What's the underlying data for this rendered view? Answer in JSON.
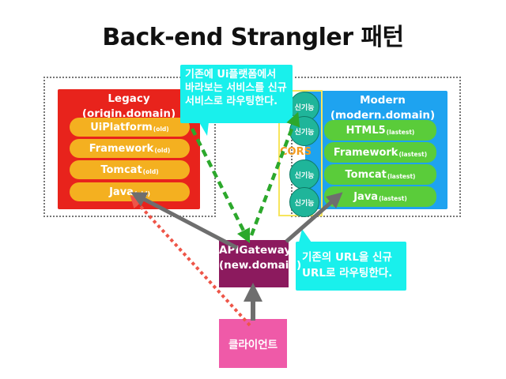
{
  "title": "Back-end Strangler 패턴",
  "legacy": {
    "title_line1": "Legacy",
    "title_line2": "(origin.domain)",
    "items": [
      {
        "label": "UiPlatform",
        "sub": "(old)"
      },
      {
        "label": "Framework",
        "sub": "(old)"
      },
      {
        "label": "Tomcat",
        "sub": "(old)"
      },
      {
        "label": "Java",
        "sub": "(old)"
      }
    ]
  },
  "modern": {
    "title_line1": "Modern",
    "title_line2": "(modern.domain)",
    "items": [
      {
        "label": "HTML5",
        "sub": "(lastest)"
      },
      {
        "label": "Framework",
        "sub": "(lastest)"
      },
      {
        "label": "Tomcat",
        "sub": "(lastest)"
      },
      {
        "label": "Java",
        "sub": "(lastest)"
      }
    ]
  },
  "new_features": [
    "신기능",
    "신기능",
    "신기능",
    "신기능"
  ],
  "cors_label": "CORS",
  "note_top": "기존에 Ui플랫폼에서 바라보는 서비스를 신규 서비스로 라우팅한다.",
  "note_bottom": "기존의 URL을 신규 URL로 라우팅한다.",
  "gateway": "APIGateway (new.domain)",
  "client": "클라이언트",
  "colors": {
    "legacy_panel": "#e8231c",
    "modern_panel": "#1ea3f0",
    "legacy_item": "#f4b020",
    "modern_item": "#5acc3a",
    "gateway": "#8c1a5e",
    "client": "#ef5aa8",
    "note": "#19f0ec",
    "new_feature": "#1fb59a",
    "cors_border": "#f7e55c",
    "arrow_gray": "#6e6e6e",
    "arrow_green_dashed": "#2ca82c",
    "arrow_red_dotted": "#ee5548"
  }
}
